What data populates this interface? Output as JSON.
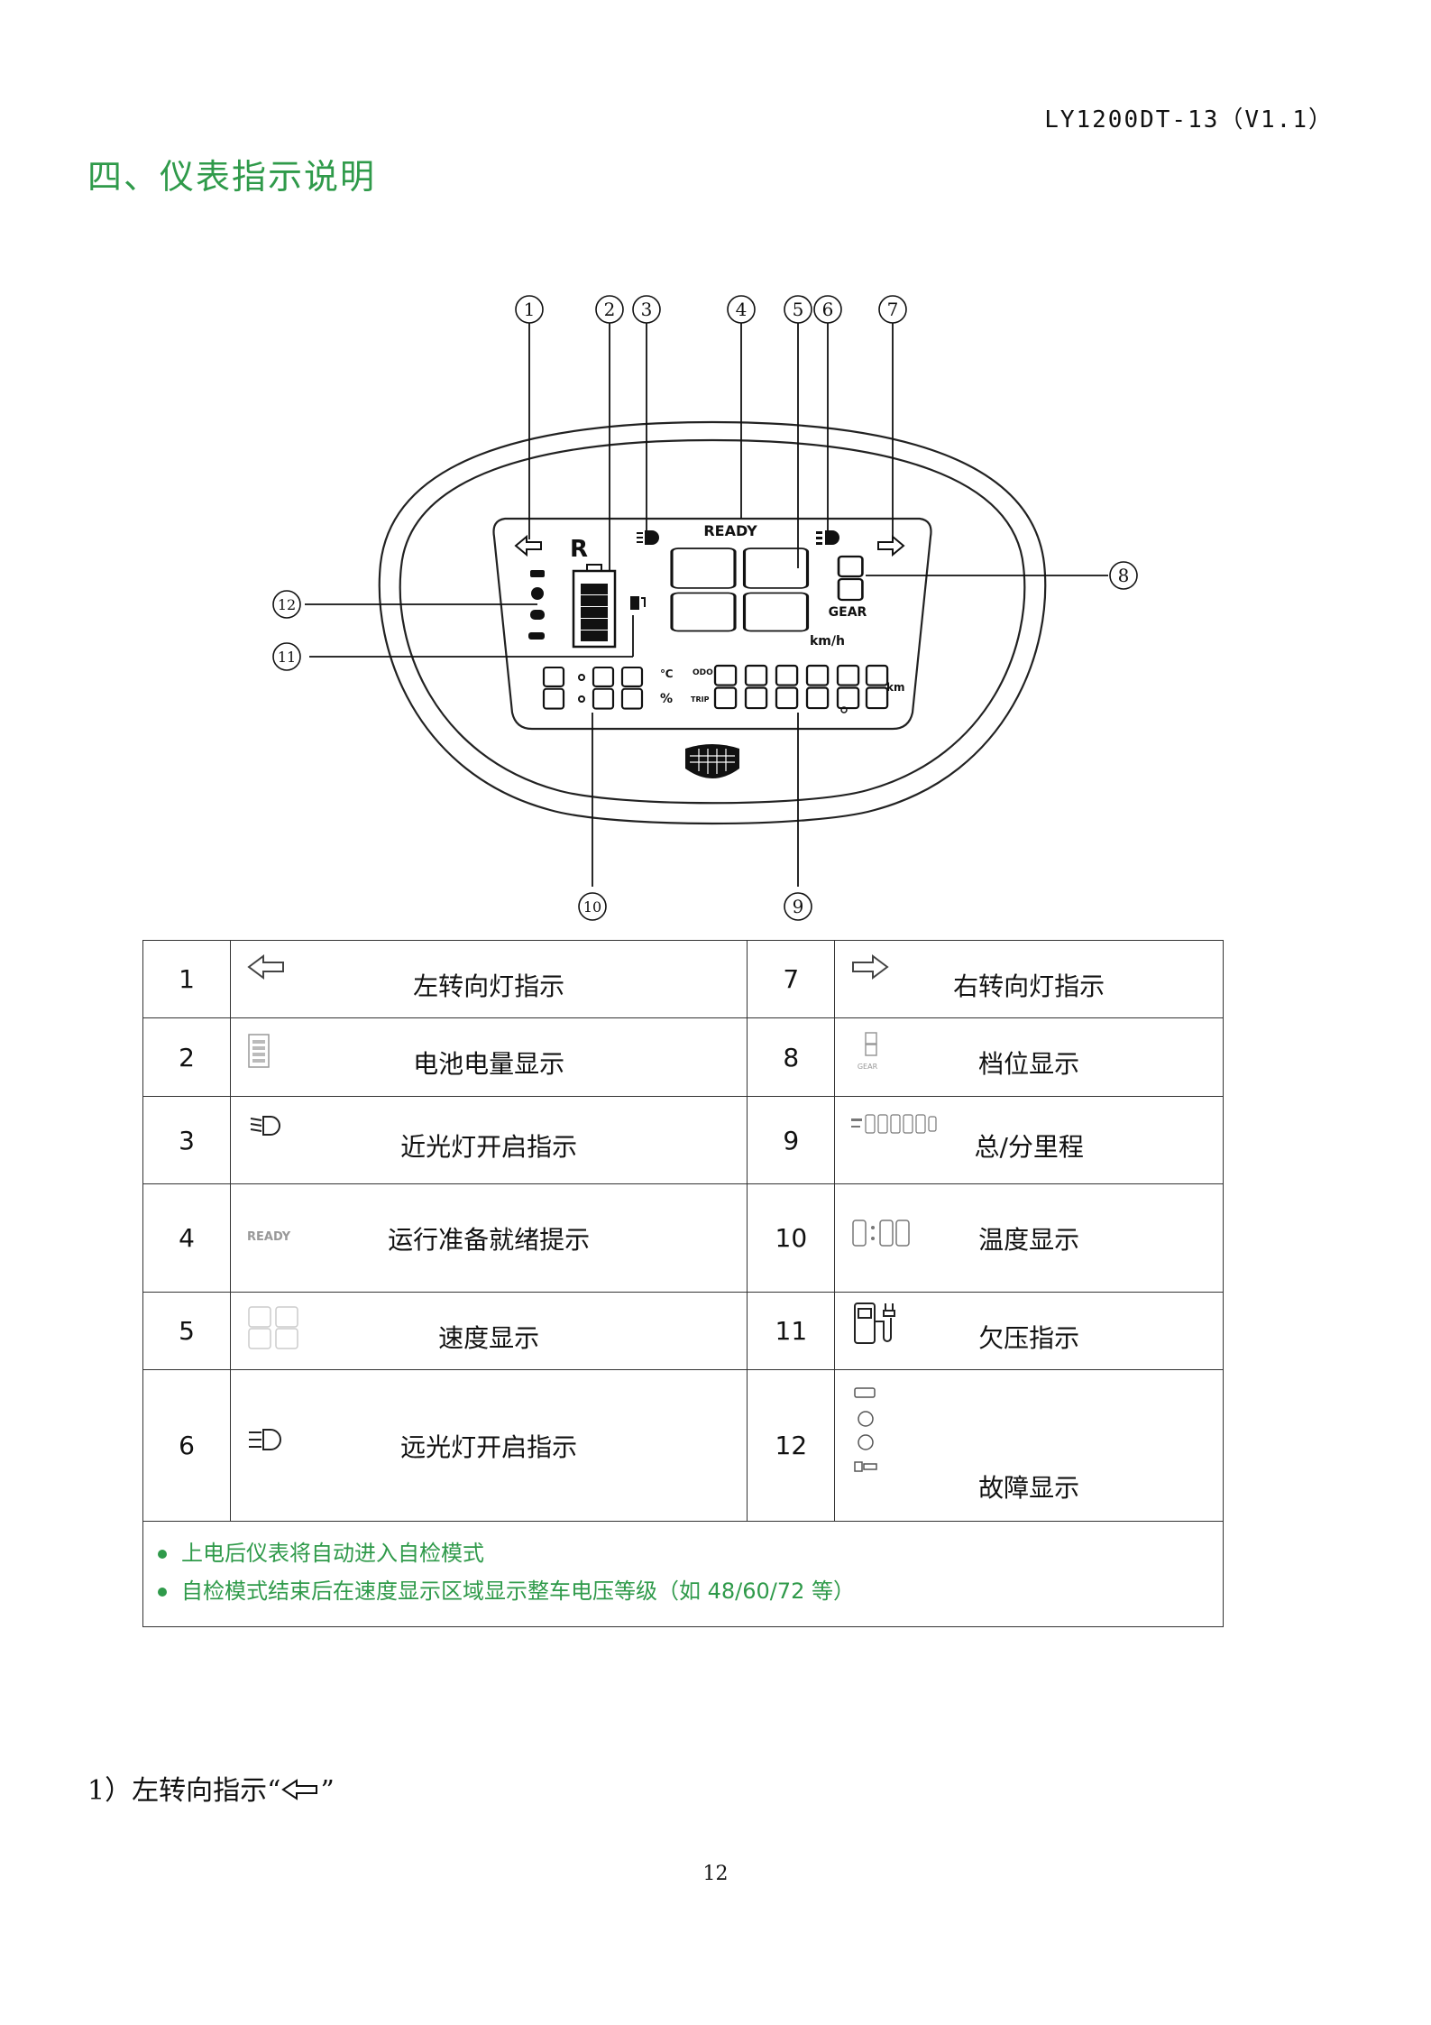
{
  "header": {
    "doc_code": "LY1200DT-13（V1.1）"
  },
  "section": {
    "title": "四、仪表指示说明"
  },
  "diagram": {
    "callouts": [
      "1",
      "2",
      "3",
      "4",
      "5",
      "6",
      "7",
      "8",
      "9",
      "10",
      "11",
      "12"
    ],
    "lcd": {
      "ready": "READY",
      "reverse": "R",
      "gear_digit": "8",
      "gear_label": "GEAR",
      "speed_digits": "88",
      "speed_unit": "km/h",
      "temp_digits": "8:88",
      "temp_unit": "℃",
      "percent": "%",
      "odo_label": "ODO",
      "trip_label": "TRIP",
      "odo_digits": "88888",
      "odo_small": "8",
      "km_unit": "km"
    }
  },
  "table": {
    "rows": [
      {
        "left": {
          "num": "1",
          "icon": "left-arrow-icon",
          "label": "左转向灯指示"
        },
        "right": {
          "num": "7",
          "icon": "right-arrow-icon",
          "label": "右转向灯指示"
        }
      },
      {
        "left": {
          "num": "2",
          "icon": "battery-icon",
          "label": "电池电量显示"
        },
        "right": {
          "num": "8",
          "icon": "gear-digit-icon",
          "label": "档位显示",
          "icon_text": "GEAR"
        }
      },
      {
        "left": {
          "num": "3",
          "icon": "low-beam-icon",
          "label": "近光灯开启指示"
        },
        "right": {
          "num": "9",
          "icon": "odometer-icon",
          "label": "总/分里程"
        }
      },
      {
        "left": {
          "num": "4",
          "icon": "ready-icon",
          "label": "运行准备就绪提示",
          "icon_text": "READY"
        },
        "right": {
          "num": "10",
          "icon": "temperature-display-icon",
          "label": "温度显示"
        }
      },
      {
        "left": {
          "num": "5",
          "icon": "speed-digits-icon",
          "label": "速度显示"
        },
        "right": {
          "num": "11",
          "icon": "charging-pump-icon",
          "label": "欠压指示"
        }
      },
      {
        "left": {
          "num": "6",
          "icon": "high-beam-icon",
          "label": "远光灯开启指示"
        },
        "right": {
          "num": "12",
          "icon": "fault-icons",
          "label": "故障显示"
        }
      }
    ],
    "notes": [
      "上电后仪表将自动进入自检模式",
      "自检模式结束后在速度显示区域显示整车电压等级（如 48/60/72 等）"
    ]
  },
  "bottom": {
    "prefix": "1）左转向指示“",
    "suffix": "”",
    "icon": "left-arrow-icon"
  },
  "page_number": "12",
  "colors": {
    "accent_green": "#2f9a4a",
    "line": "#333333"
  }
}
